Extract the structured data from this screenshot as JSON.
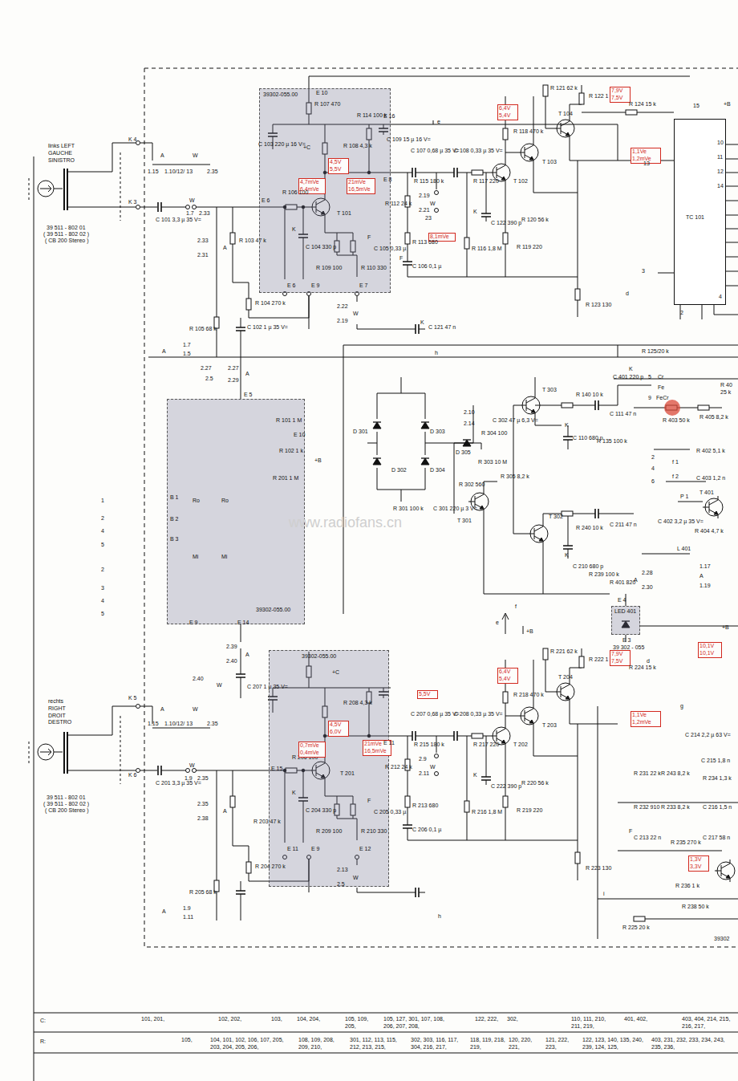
{
  "diagram": {
    "nodes": [
      {
        "text": [
          "39302-055.00"
        ]
      },
      {
        "text": [
          "39302-055.00"
        ]
      },
      {
        "text": [
          "39302-055.00"
        ]
      },
      {
        "text": [
          "TC 101"
        ]
      },
      {
        "text": [
          "LED 401"
        ]
      }
    ],
    "labels": [
      "links LEFT GAUCHE SINISTRO",
      "K 4",
      "K 3",
      "39 511 - 802 01",
      "( 39 511 - 802 02 )",
      "( CB 200 Stereo )",
      "A",
      "W",
      "1.15",
      "1.10/12/ 13",
      "2.35",
      "C 101 3,3 µ 35 V=",
      "W",
      "1.7",
      "2.33",
      "E 6",
      "2.33",
      "2.31",
      "A",
      "R 103 47 k",
      "R 104 270 k",
      "R 105 68 k",
      "C 102 1 µ 35 V=",
      "A",
      "1.7",
      "1.5",
      "E 10",
      "R 107 470",
      "C 103 220 µ 16 V=",
      "+C",
      "R 114 100 k",
      "E 16",
      "R 108 4,3 k",
      "C 109 15 µ 16 V=",
      "4,5V 5,5V",
      "4,7mVe 6,4mVe",
      "21mVe 16,5mVe",
      "E 8",
      "R 106 100",
      "T 101",
      "K",
      "C 104 330 p",
      "R 109 100",
      "R 110 330",
      "F",
      "C 105 0,33 µ",
      "E 6",
      "E 9",
      "E 7",
      "2.22",
      "2.19",
      "W",
      "e",
      "C 107 0,68 µ 35 V=",
      "C 108 0,33 µ 35 V=",
      "R 115 180 k",
      "R 117 220",
      "R 112 24 k",
      "2.19",
      "W",
      "2.21",
      "23",
      "8,1mVe",
      "R 113 680",
      "F",
      "C 106 0,1 µ",
      "K",
      "C 122 390 p",
      "R 116 1,8 M",
      "T 102",
      "R 118 470 k",
      "R 120 56 k",
      "R 119 220",
      "T 103",
      "R 121 62 k",
      "R 122 1 k",
      "T 104",
      "6,4V 5,4V",
      "7,9V 7,5V",
      "R 124 15 k",
      "1,1Ve 1,2mVe",
      "13",
      "15",
      "+B",
      "10",
      "11",
      "12",
      "14",
      "3",
      "d",
      "2",
      "4",
      "R 123 130",
      "K",
      "C 121 47 n",
      "h",
      "R 125/20 k",
      "K",
      "C 401 220 p",
      "5",
      "Cr",
      "Fe",
      "9",
      "FeCr",
      "R 403 50 k",
      "R 40 25 k",
      "R 405 8,2 k",
      "R 402 5,1 k",
      "f 1",
      "f 2",
      "2",
      "4",
      "6",
      "C 403 1,2 n",
      "T 401",
      "P 1",
      "C 402 3,2 µ 35 V=",
      "R 404 4,7 k",
      "L 401",
      "1.17",
      "A",
      "1.19",
      "2.28",
      "2.30",
      "A",
      "R 401 820",
      "E 4",
      "E 3",
      "39 302 - 055 00",
      "D 301",
      "D 302",
      "D 303",
      "D 304",
      "R 301 100 k",
      "C 301 220 µ 3 V=",
      "2.10",
      "2.14",
      "R 304 100",
      "D 305",
      "C 302 47 µ 6,3 V=",
      "R 303 10 M",
      "R 305 8,2 k",
      "R 302 560",
      "T 301",
      "T 303",
      "R 140 10 k",
      "C 111 47 n",
      "K",
      "C 110 680 p",
      "R 135 100 k",
      "T 302",
      "R 240 10 k",
      "C 211 47 n",
      "K",
      "C 210 680 p",
      "R 239 100 k",
      "E 5",
      "R 101 1 M",
      "E 10",
      "+B",
      "R 102 1 k",
      "R 201 1 M",
      "B 1",
      "B 2",
      "B 3",
      "Ro",
      "Ro",
      "Mi",
      "Mi",
      "E 9",
      "E 14",
      "1",
      "2",
      "4",
      "5",
      "2",
      "3",
      "4",
      "5",
      "2.27",
      "2.5",
      "2.27",
      "2.29",
      "A",
      "2.39",
      "A",
      "2.40",
      "2.40",
      "W",
      "C 207 1 µ 35 V=",
      "rechts RIGHT DROIT DESTRO",
      "K 5",
      "K 6",
      "A",
      "W",
      "1.15",
      "1.10/12/ 13",
      "2.35",
      "39 511 - 802 01",
      "( 39 511 - 802 02 )",
      "( CB 200 Stereo )",
      "C 201 3,3 µ 35 V=",
      "W",
      "1.9",
      "2.35",
      "2.35",
      "2.38",
      "A",
      "R 203 47 k",
      "E 15",
      "+C",
      "R 208 4,3 k",
      "4,5V 6,0V",
      "21mVe 16,5mVe",
      "E 11",
      "R 206 100",
      "T 201",
      "0,7mVe 0,4mVe",
      "K",
      "C 204 330 p",
      "R 209 100",
      "R 210 330",
      "F",
      "C 205 0,33 µ",
      "E 11",
      "E 9",
      "E 12",
      "2.13",
      "W",
      "2.5",
      "R 204 270 k",
      "R 205 68 k",
      "1.9",
      "A",
      "1.11",
      "5,5V",
      "C 207 0,68 µ 35 V=",
      "C 208 0,33 µ 35 V=",
      "R 215 180 k",
      "R 217 220",
      "T 202",
      "R 212 24 k",
      "2.9",
      "W",
      "2.11",
      "C 206 0,1 µ",
      "h",
      "R 213 680",
      "K",
      "C 222 390 p",
      "R 216 1,8 M",
      "R 220 56 k",
      "R 219 220",
      "T 203",
      "R 218 470 k",
      "R 221 62 k",
      "R 222 1 k",
      "T 204",
      "6,4V 5,4V",
      "7,9V 7,5V",
      "R 224 15 k",
      "1,1Ve 1,2mVe",
      "R 223 130",
      "i",
      "e",
      "+B",
      "f",
      "d",
      "g",
      "+B",
      "10,1V 10,1V",
      "C 214 2,2 µ 63 V=",
      "R 231 22 k",
      "R 243 8,2 k",
      "C 215 1,8 n",
      "R 234 1,3 k",
      "C 216 1,5 n",
      "R 232 910",
      "R 233 8,2 k",
      "F",
      "C 213 22 n",
      "R 235 270 k",
      "C 217 58 n",
      "1,3V 3,3V",
      "R 236 1 k",
      "R 238 50 k",
      "R 225 20 k",
      "39302",
      "www.radiofans.cn",
      "C:",
      "R:",
      "101, 201,",
      "102, 202,",
      "103,",
      "104, 204,",
      "105, 109, 205,",
      "105, 127, 301, 107, 108, 206, 207, 208,",
      "122, 222,",
      "302,",
      "110, 111, 210, 211, 219,",
      "401, 402,",
      "403, 404, 214, 215, 216, 217,",
      "105,",
      "104, 101, 102, 106, 107, 205, 203, 204, 205, 206,",
      "108, 109, 208, 209, 210,",
      "301, 112, 113, 115, 212, 213, 215,",
      "302, 303, 116, 117, 304, 216, 217,",
      "118, 119, 218, 219,",
      "120, 220, 221,",
      "121, 222, 223,",
      "122, 123, 140, 135, 240, 239, 124, 125,",
      "403, 231, 232, 233, 234, 243, 235, 236,"
    ]
  }
}
